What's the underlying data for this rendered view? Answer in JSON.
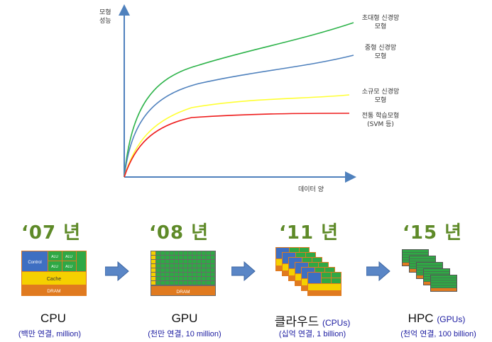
{
  "chart": {
    "y_axis_label": "모형\n성능",
    "x_axis_label": "데이터 양",
    "curves": [
      {
        "label": "초대형 신경망\n모형",
        "color": "#2db34a"
      },
      {
        "label": "중형 신경망\n모형",
        "color": "#4f81bd"
      },
      {
        "label": "소규모 신경망\n모형",
        "color": "#ffff33"
      },
      {
        "label": "전통 학습모형\n(SVM 등)",
        "color": "#ee1c1c"
      }
    ],
    "axis_color": "#4f81bd"
  },
  "timeline": [
    {
      "year": "‘07 년",
      "title": "CPU",
      "title_sub": "",
      "note": "(백만 연결, million)"
    },
    {
      "year": "‘08 년",
      "title": "GPU",
      "title_sub": "",
      "note": "(천만 연결, 10 million)"
    },
    {
      "year": "‘11 년",
      "title": "클라우드",
      "title_sub": "(CPUs)",
      "note": "(십억 연결, 1 billion)"
    },
    {
      "year": "‘15 년",
      "title": "HPC",
      "title_sub": "(GPUs)",
      "note": "(천억 연결, 100 billion)"
    }
  ],
  "cpu_diagram": {
    "control_label": "Control",
    "alu_label": "ALU",
    "cache_label": "Cache",
    "dram_label": "DRAM"
  },
  "gpu_diagram": {
    "dram_label": "DRAM"
  }
}
